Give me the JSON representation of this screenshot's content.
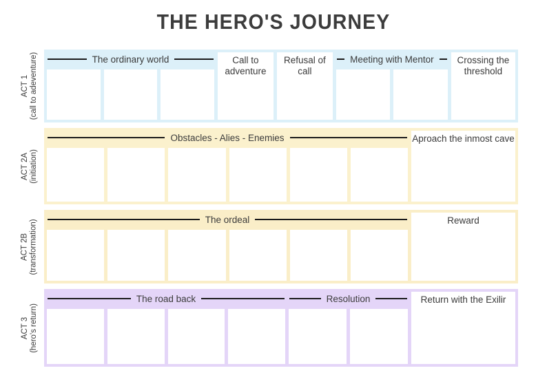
{
  "title": "THE HERO'S JOURNEY",
  "colors": {
    "act1_band": "#dcf0f9",
    "act2a_band": "#fbf1cd",
    "act2b_band": "#faeec8",
    "act3_band": "#e4d5f8",
    "box": "#ffffff",
    "rule": "#1a1a1a",
    "text": "#3a3a3a",
    "title": "#3c3c3c"
  },
  "acts": [
    {
      "id": "act-1",
      "label_line1": "ACT 1",
      "label_line2": "(call to adeventure)",
      "groups": [
        {
          "caption": "The ordinary world",
          "style": "capped",
          "boxes": 3
        },
        {
          "caption": "Call to adventure",
          "style": "titled",
          "boxes": 1
        },
        {
          "caption": "Refusal of call",
          "style": "titled",
          "boxes": 1
        },
        {
          "caption": "Meeting with Mentor",
          "style": "capped",
          "boxes": 2
        },
        {
          "caption": "Crossing the threshold",
          "style": "titled",
          "boxes": 1
        }
      ]
    },
    {
      "id": "act-2a",
      "label_line1": "ACT 2A",
      "label_line2": "(initiation)",
      "groups": [
        {
          "caption": "Obstacles - Alies - Enemies",
          "style": "capped",
          "boxes": 6
        },
        {
          "caption": "Aproach the inmost cave",
          "style": "titled-wide",
          "boxes": 1
        }
      ]
    },
    {
      "id": "act-2b",
      "label_line1": "ACT 2B",
      "label_line2": "(transformation)",
      "groups": [
        {
          "caption": "The ordeal",
          "style": "capped",
          "boxes": 6
        },
        {
          "caption": "Reward",
          "style": "titled-wide",
          "boxes": 1
        }
      ]
    },
    {
      "id": "act-3",
      "label_line1": "ACT 3",
      "label_line2": "(hero's return)",
      "groups": [
        {
          "caption": "The road back",
          "style": "capped",
          "boxes": 4
        },
        {
          "caption": "Resolution",
          "style": "capped",
          "boxes": 2
        },
        {
          "caption": "Return with the Exilir",
          "style": "titled-wide",
          "boxes": 1
        }
      ]
    }
  ]
}
